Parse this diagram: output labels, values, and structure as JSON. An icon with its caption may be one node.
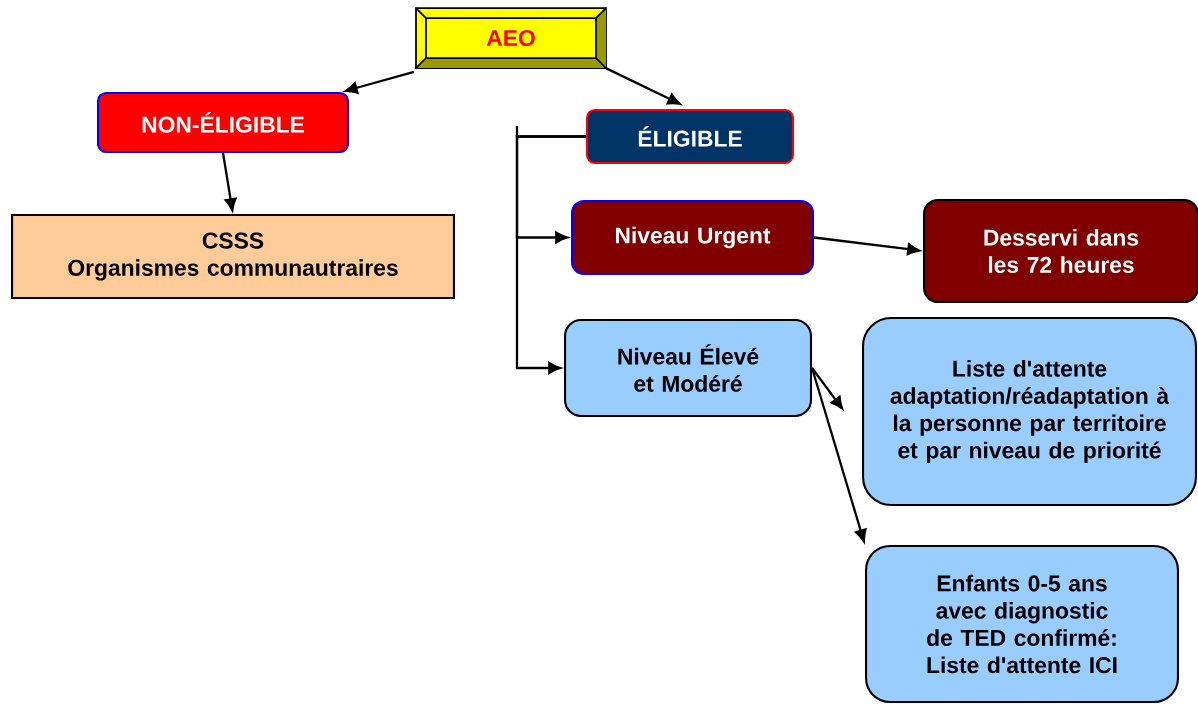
{
  "diagram": {
    "nodes": [
      {
        "text": [
          "AEO"
        ]
      },
      {
        "text": [
          "NON-ÉLIGIBLE"
        ]
      },
      {
        "text": [
          "CSSS",
          "Organismes communautraires"
        ]
      },
      {
        "text": [
          "ÉLIGIBLE"
        ]
      },
      {
        "text": [
          "Niveau Urgent"
        ]
      },
      {
        "text": [
          "Desservi dans les 72 heures"
        ]
      },
      {
        "text": [
          "Niveau Élevé et Modéré"
        ]
      },
      {
        "text": [
          "Liste d'attente adaptation/réadaptation à la personne par territoire et par niveau de priorité"
        ]
      },
      {
        "text": [
          "Enfants 0-5 ans avec diagnostic de TED confirmé: Liste d'attente ICI"
        ]
      }
    ],
    "edges": [
      {
        "from": 0,
        "to": 1,
        "arrow": "to"
      },
      {
        "from": 0,
        "to": 3,
        "arrow": "to"
      },
      {
        "from": 1,
        "to": 2,
        "arrow": "to"
      },
      {
        "from": 3,
        "to": 4,
        "arrow": "to"
      },
      {
        "from": 3,
        "to": 6,
        "arrow": "to"
      },
      {
        "from": 4,
        "to": 5,
        "arrow": "to"
      },
      {
        "from": 6,
        "to": 7,
        "arrow": "to"
      },
      {
        "from": 6,
        "to": 8,
        "arrow": "to"
      }
    ]
  }
}
